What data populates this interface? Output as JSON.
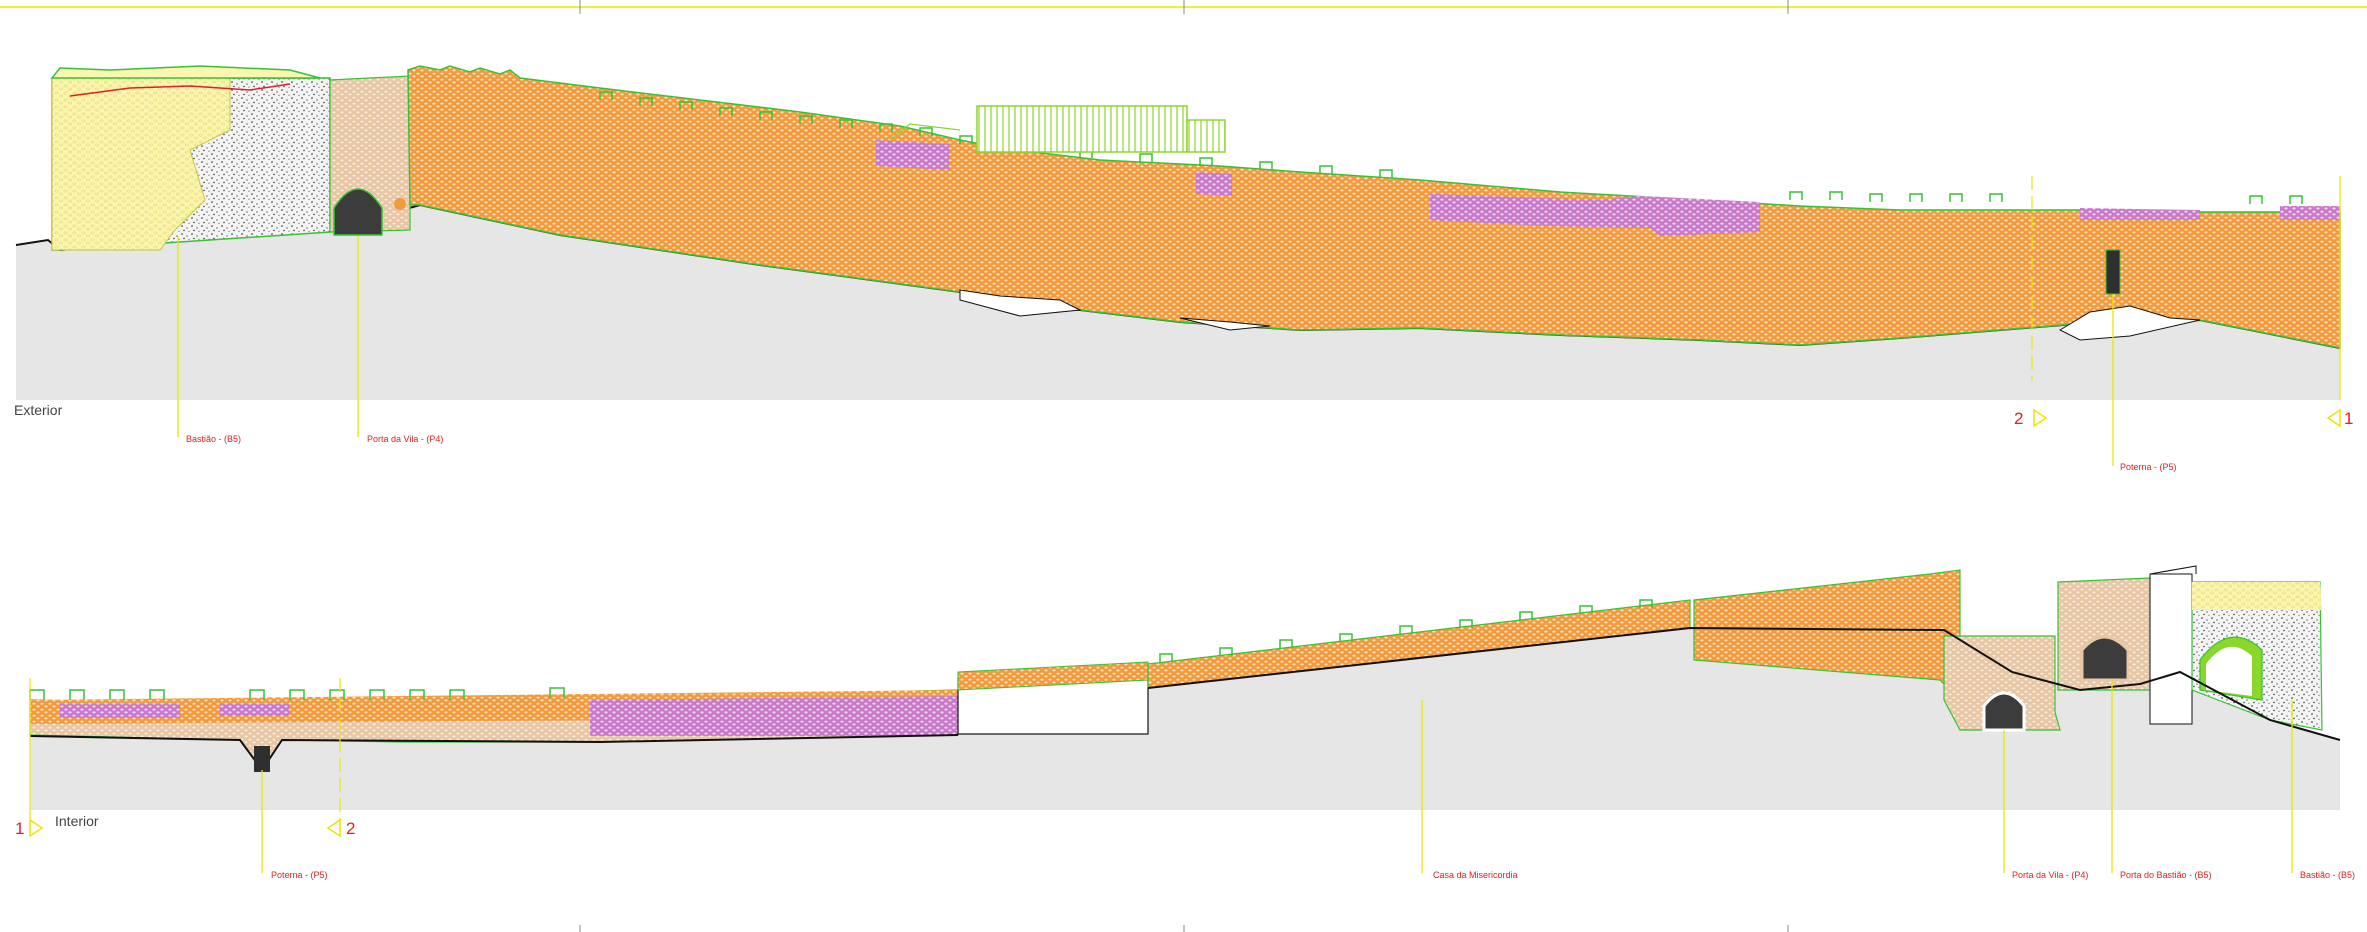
{
  "colors": {
    "ground": "#e6e6e6",
    "wall_orange": "#f29a3c",
    "wall_orange_light": "#f7b774",
    "wall_magenta": "#c879c9",
    "wall_pale": "#e8c7a6",
    "bastion_yellow": "#fbf5b0",
    "stone_gray": "#f4f4f4",
    "outline_green": "#35c335",
    "leader_yellow": "#e8e800",
    "label_red": "#e02020",
    "section_marker": "#e8e800",
    "title_gray": "#444444",
    "opening_dark": "#3c3c3c"
  },
  "elevations": {
    "exterior": {
      "title": "Exterior",
      "markers": [
        {
          "id": "2",
          "text": "2"
        },
        {
          "id": "1",
          "text": "1"
        }
      ],
      "labels": [
        {
          "id": "bastiao",
          "text": "Bastião - (B5)"
        },
        {
          "id": "porta_vila",
          "text": "Porta da Vila - (P4)"
        },
        {
          "id": "poterna",
          "text": "Poterna - (P5)"
        }
      ]
    },
    "interior": {
      "title": "Interior",
      "markers": [
        {
          "id": "1",
          "text": "1"
        },
        {
          "id": "2",
          "text": "2"
        }
      ],
      "labels": [
        {
          "id": "poterna",
          "text": "Poterna - (P5)"
        },
        {
          "id": "misericordia",
          "text": "Casa da Misericordia"
        },
        {
          "id": "porta_vila",
          "text": "Porta da Vila - (P4)"
        },
        {
          "id": "porta_bastiao",
          "text": "Porta do Bastião - (B5)"
        },
        {
          "id": "bastiao",
          "text": "Bastião - (B5)"
        }
      ]
    }
  }
}
